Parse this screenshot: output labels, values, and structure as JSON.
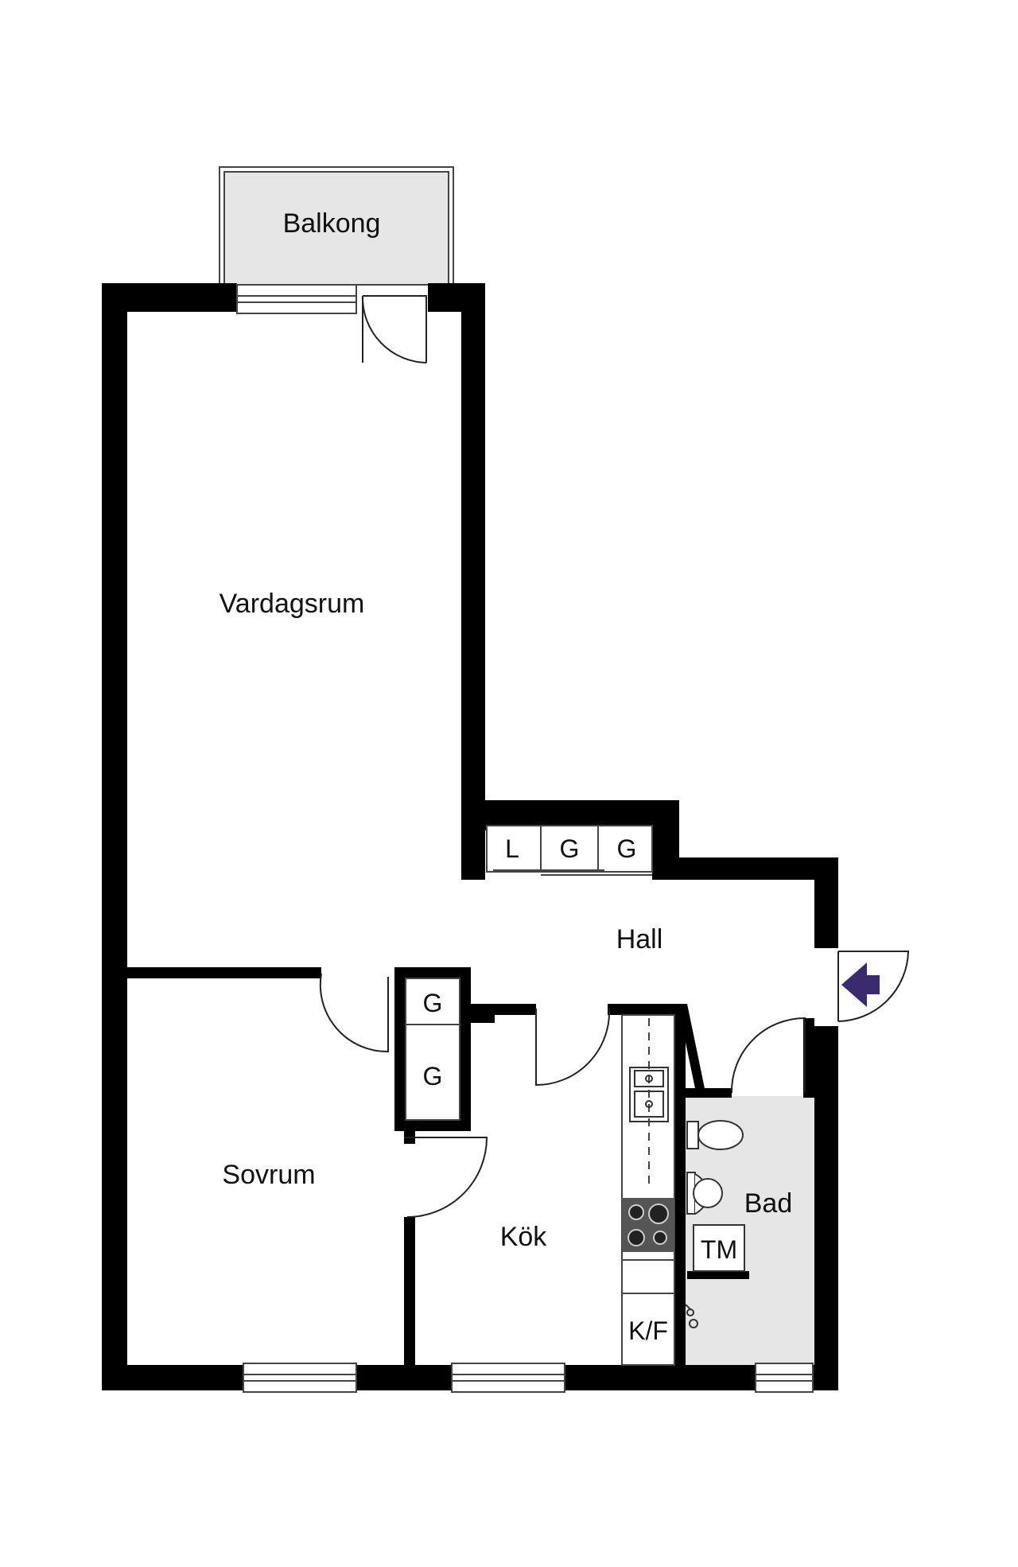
{
  "rooms": {
    "balcony": "Balkong",
    "living": "Vardagsrum",
    "hall": "Hall",
    "bedroom": "Sovrum",
    "kitchen": "Kök",
    "bath": "Bad"
  },
  "storage": {
    "hall_1": "L",
    "hall_2": "G",
    "hall_3": "G",
    "bedroom_1": "G",
    "bedroom_2": "G"
  },
  "fixtures": {
    "washing_machine": "TM",
    "fridge_freezer": "K/F"
  },
  "icons": {
    "entrance": "entrance-arrow-icon",
    "sink": "sink-icon",
    "stove": "stove-icon",
    "toilet": "toilet-icon",
    "washbasin": "washbasin-icon",
    "shower": "shower-icon"
  },
  "colors": {
    "wall": "#000000",
    "wet_room": "#e6e6e6",
    "balcony": "#e6e6e6",
    "entrance_arrow": "#3a2a6e"
  }
}
